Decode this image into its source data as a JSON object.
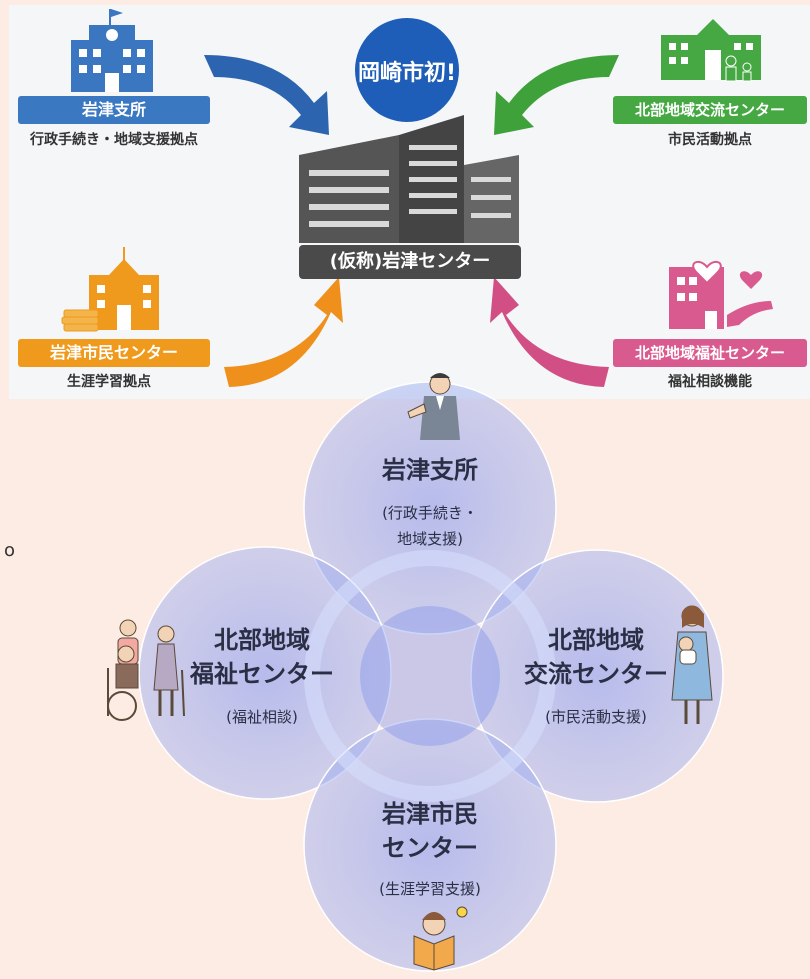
{
  "top": {
    "badge_text": "岡崎市初!",
    "center_label": "(仮称)岩津センター",
    "facilities": {
      "top_left": {
        "label": "岩津支所",
        "sub": "行政手続き・地域支援拠点",
        "color": "#3a78c2"
      },
      "top_right": {
        "label": "北部地域交流センター",
        "sub": "市民活動拠点",
        "color": "#46a843"
      },
      "bottom_left": {
        "label": "岩津市民センター",
        "sub": "生涯学習拠点",
        "color": "#ef9a1d"
      },
      "bottom_right": {
        "label": "北部地域福祉センター",
        "sub": "福祉相談機能",
        "color": "#d95a8e"
      }
    }
  },
  "stray_mark": "o",
  "circles": {
    "top": {
      "title_line1": "岩津支所",
      "sub_line1": "(行政手続き・",
      "sub_line2": "地域支援)"
    },
    "left": {
      "title_line1": "北部地域",
      "title_line2": "福祉センター",
      "sub_line1": "(福祉相談)"
    },
    "right": {
      "title_line1": "北部地域",
      "title_line2": "交流センター",
      "sub_line1": "(市民活動支援)"
    },
    "bottom": {
      "title_line1": "岩津市民",
      "title_line2": "センター",
      "sub_line1": "(生涯学習支援)"
    }
  }
}
